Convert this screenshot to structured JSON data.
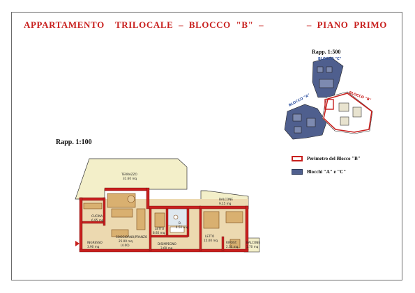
{
  "title": "APPARTAMENTO    TRILOCALE  –  BLOCCO  \"B\"  –                –  PIANO  PRIMO",
  "scale_main": "Rapp.  1:100",
  "scale_key": "Rapp.  1:500",
  "legend": [
    {
      "label": "Perimetro del Blocco \"B\"",
      "color": "#c8201e"
    },
    {
      "label": "Blocchi \"A\" e \"C\"",
      "color": "#4f5f8e"
    }
  ],
  "key_plan": {
    "block_a": "BLOCCO \"A\"",
    "block_b": "BLOCCO \"B\"",
    "block_c": "BLOCCO \"C\""
  },
  "rooms": {
    "terrazzo": {
      "name": "TERRAZZO",
      "area": "31.60 mq"
    },
    "cucina": {
      "name": "CUCINA",
      "area": "6.95 mq"
    },
    "soggiorno": {
      "name": "SOGGIORNO/PRANZO",
      "area": "25.00 mq",
      "extra": "(4.00)"
    },
    "letto1": {
      "name": "LETTO",
      "area": "8.92 mq"
    },
    "bagno": {
      "name": "B.",
      "area": "4.51 mq"
    },
    "letto2": {
      "name": "LETTO",
      "area": "15.00 mq"
    },
    "balcone1": {
      "name": "BALCONE",
      "area": "9.15 mq"
    },
    "ingresso": {
      "name": "INGRESSO",
      "area": "3.90 mq"
    },
    "disimpegno": {
      "name": "DISIMPEGNO",
      "area": "3.60 mq"
    },
    "ripostiglio": {
      "name": "RIPOST.",
      "area": "2.30 mq"
    },
    "balcone2": {
      "name": "BALCONE",
      "area": "1.70 mq"
    }
  }
}
